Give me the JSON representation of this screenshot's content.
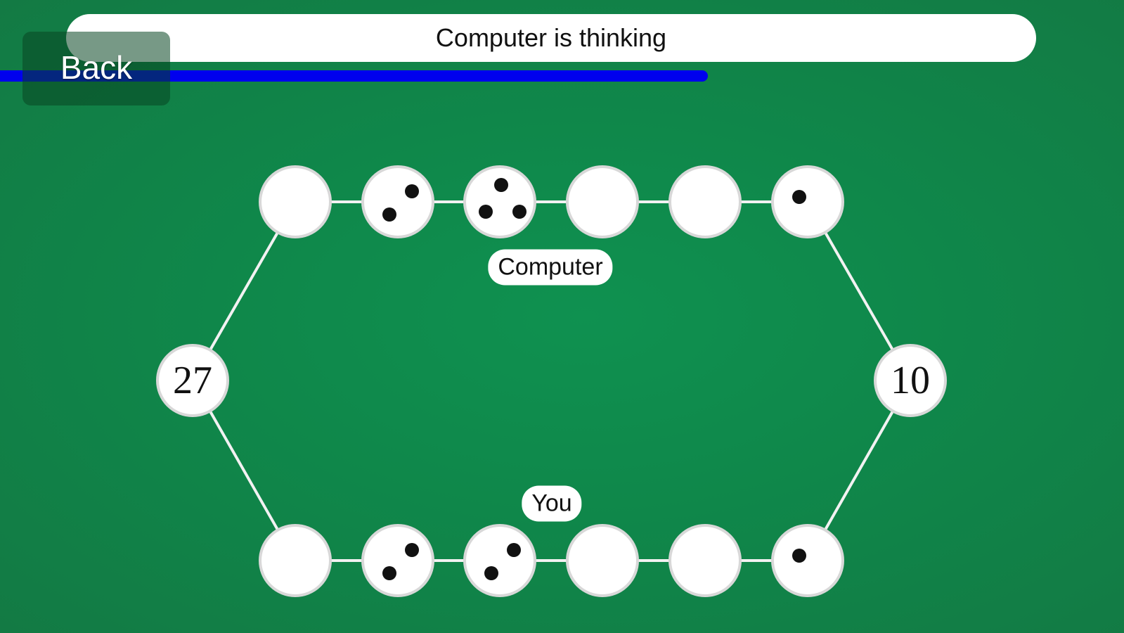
{
  "status_text": "Computer is thinking",
  "back_label": "Back",
  "thinking_progress": 0.63,
  "colors": {
    "progress": "#0000ee",
    "table": "#0f8c4d"
  },
  "computer": {
    "label": "Computer",
    "pits": [
      0,
      2,
      3,
      0,
      0,
      1
    ],
    "store": "27"
  },
  "player": {
    "label": "You",
    "pits": [
      0,
      2,
      2,
      0,
      0,
      1
    ],
    "store": "10"
  }
}
